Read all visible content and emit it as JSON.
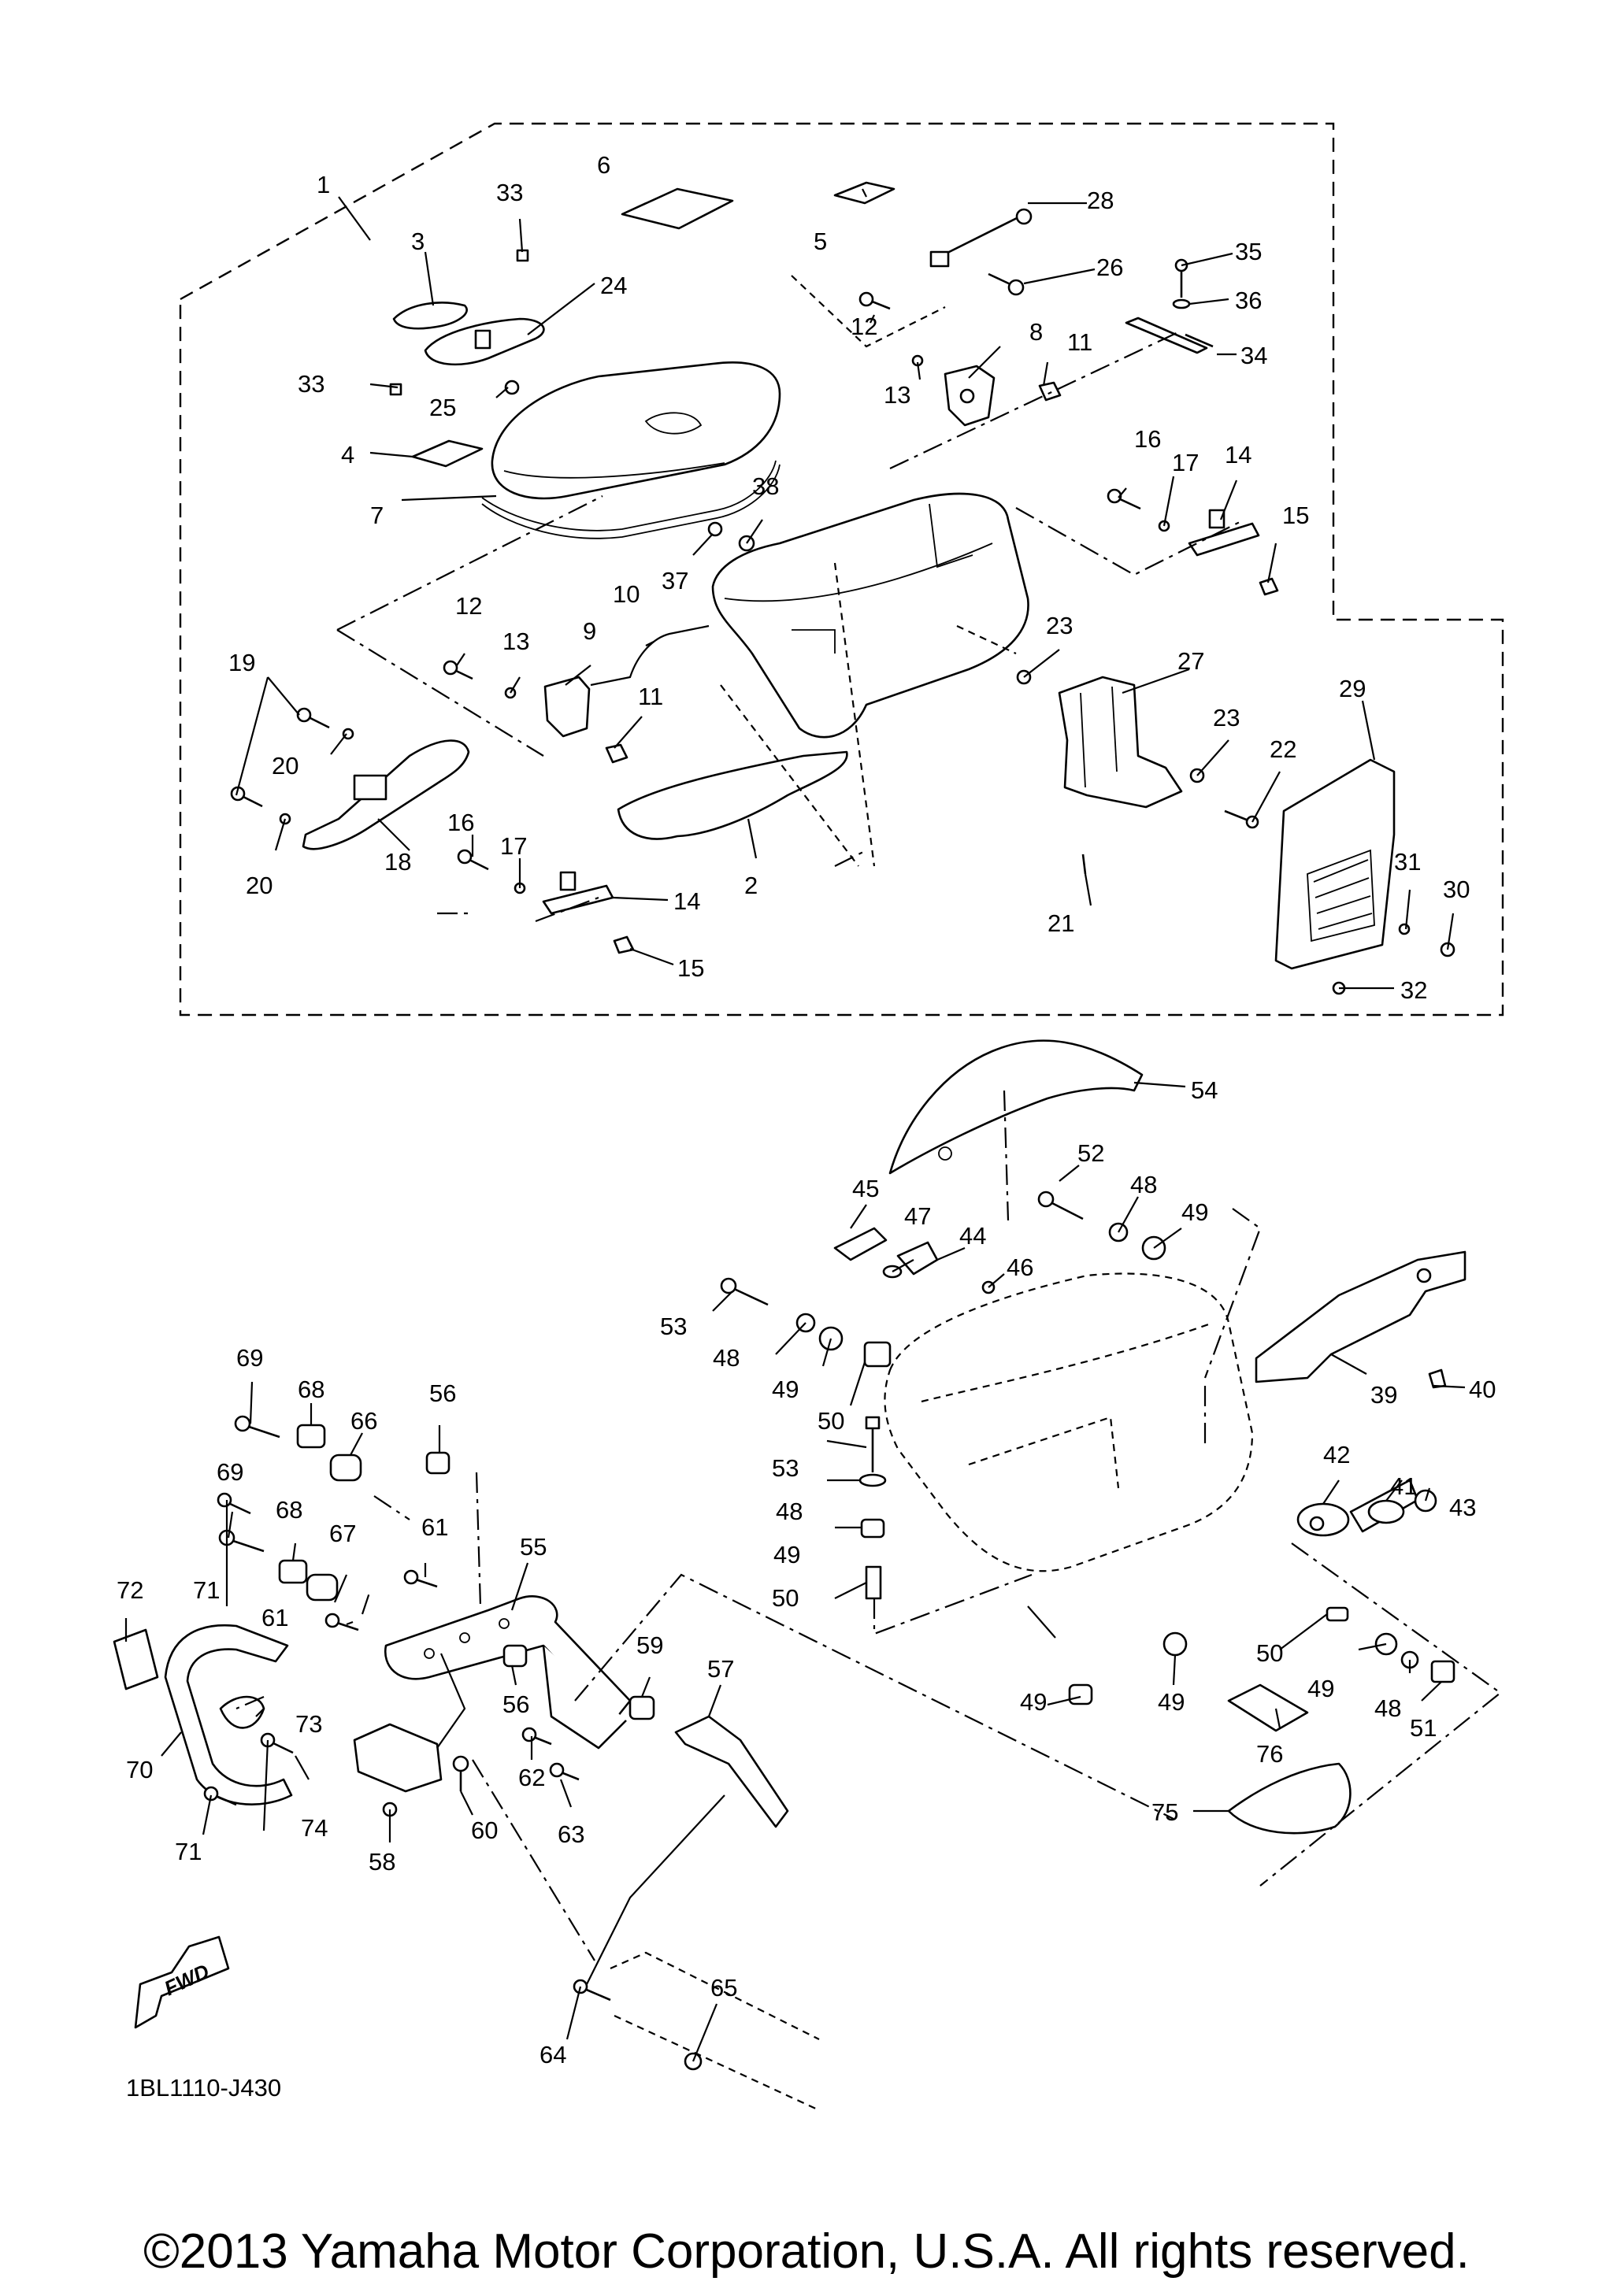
{
  "diagram_code": "1BL1110-J430",
  "copyright": "©2013 Yamaha Motor Corporation, U.S.A. All rights reserved.",
  "direction_marker": "FWD",
  "callouts": [
    "1",
    "33",
    "6",
    "5",
    "28",
    "3",
    "24",
    "26",
    "35",
    "36",
    "34",
    "33",
    "25",
    "12",
    "8",
    "11",
    "13",
    "4",
    "7",
    "38",
    "16",
    "17",
    "14",
    "15",
    "37",
    "10",
    "12",
    "13",
    "9",
    "23",
    "19",
    "11",
    "27",
    "29",
    "20",
    "23",
    "22",
    "18",
    "16",
    "17",
    "2",
    "31",
    "30",
    "14",
    "21",
    "20",
    "15",
    "32",
    "54",
    "52",
    "48",
    "49",
    "45",
    "47",
    "44",
    "46",
    "53",
    "48",
    "49",
    "50",
    "39",
    "40",
    "69",
    "68",
    "66",
    "56",
    "53",
    "48",
    "42",
    "41",
    "43",
    "69",
    "68",
    "61",
    "55",
    "49",
    "67",
    "72",
    "71",
    "61",
    "50",
    "59",
    "57",
    "50",
    "49",
    "48",
    "51",
    "56",
    "49",
    "49",
    "62",
    "73",
    "76",
    "70",
    "74",
    "60",
    "63",
    "75",
    "58",
    "71",
    "65",
    "64"
  ]
}
